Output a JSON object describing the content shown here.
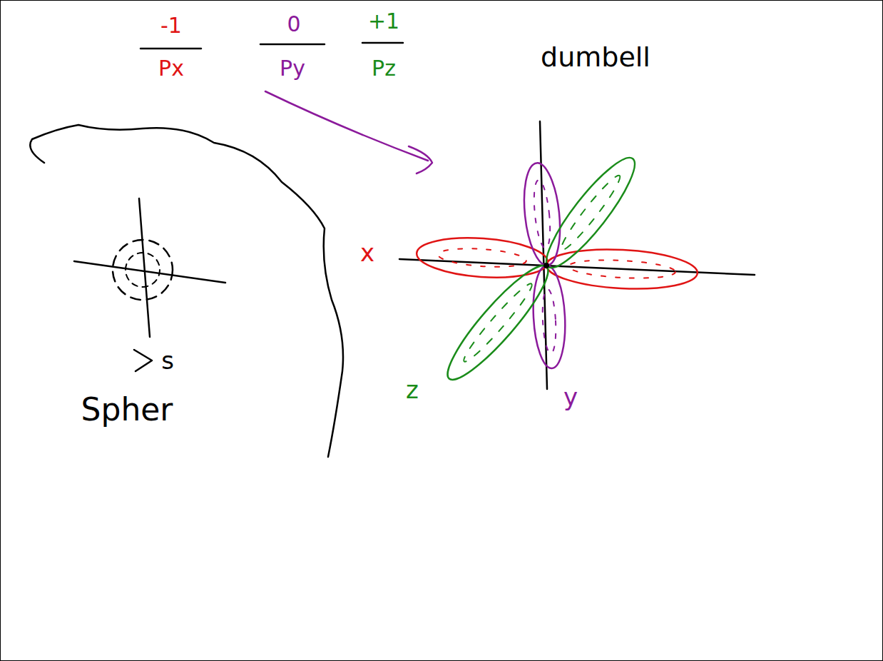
{
  "diagram": {
    "labels": [
      "-1",
      "0",
      "+1",
      "Px",
      "Py",
      "Pz",
      "dumbell",
      "x",
      "z",
      "y",
      "s",
      "Spher"
    ]
  }
}
